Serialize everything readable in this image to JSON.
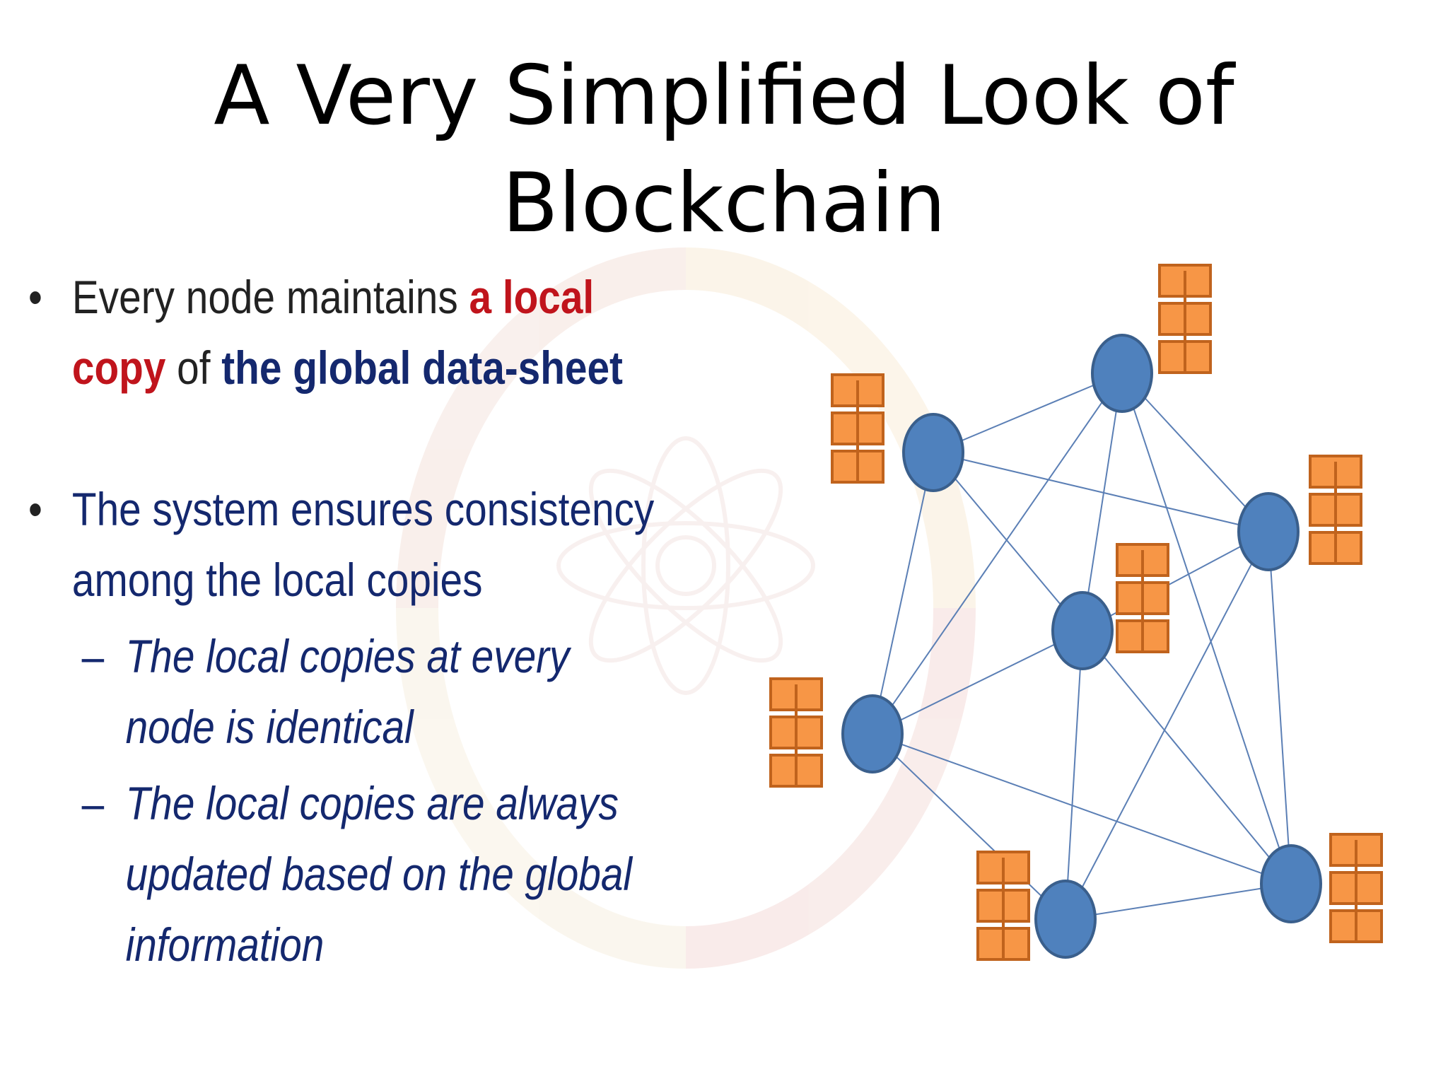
{
  "slide": {
    "title_line1": "A Very Simplified Look of",
    "title_line2": "Blockchain"
  },
  "bullets": [
    {
      "marker": "•",
      "parts": {
        "p1": "Every node maintains ",
        "p2": "a local copy",
        "p3": " of ",
        "p4": "the global data-sheet"
      }
    },
    {
      "marker": "•",
      "text": "The system ensures consistency among the local copies",
      "subs": [
        {
          "marker": "–",
          "text": "The local copies at every node is identical"
        },
        {
          "marker": "–",
          "text": "The local copies are always updated based on the global information"
        }
      ]
    }
  ],
  "colors": {
    "node_fill": "#4f81bd",
    "node_stroke": "#3a5f8c",
    "ledger_fill": "#f79646",
    "ledger_stroke": "#c0631d",
    "edge": "#5b7fb5",
    "emphasis_red": "#c0141c",
    "emphasis_navy": "#14286e"
  },
  "icons": {
    "node": "circle-node-icon",
    "ledger": "ledger-stack-icon"
  }
}
